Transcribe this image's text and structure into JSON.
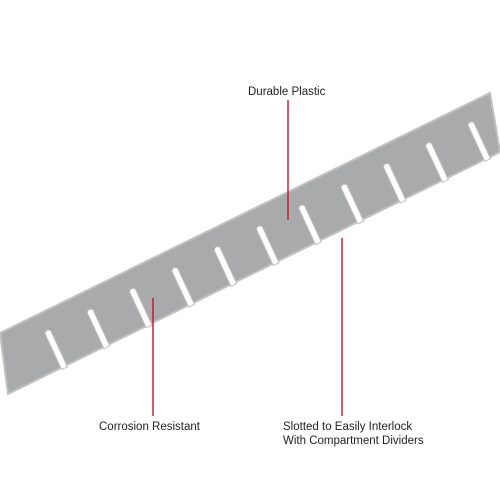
{
  "callouts": {
    "durable": "Durable Plastic",
    "corrosion": "Corrosion Resistant",
    "slotted_line1": "Slotted to Easily Interlock",
    "slotted_line2": "With Compartment Dividers"
  },
  "colors": {
    "divider_fill": "#a8aaab",
    "divider_edge": "#bfc1c2",
    "slot_fill": "#ffffff",
    "callout_line": "#c8102e"
  },
  "divider": {
    "slot_count": 11
  }
}
